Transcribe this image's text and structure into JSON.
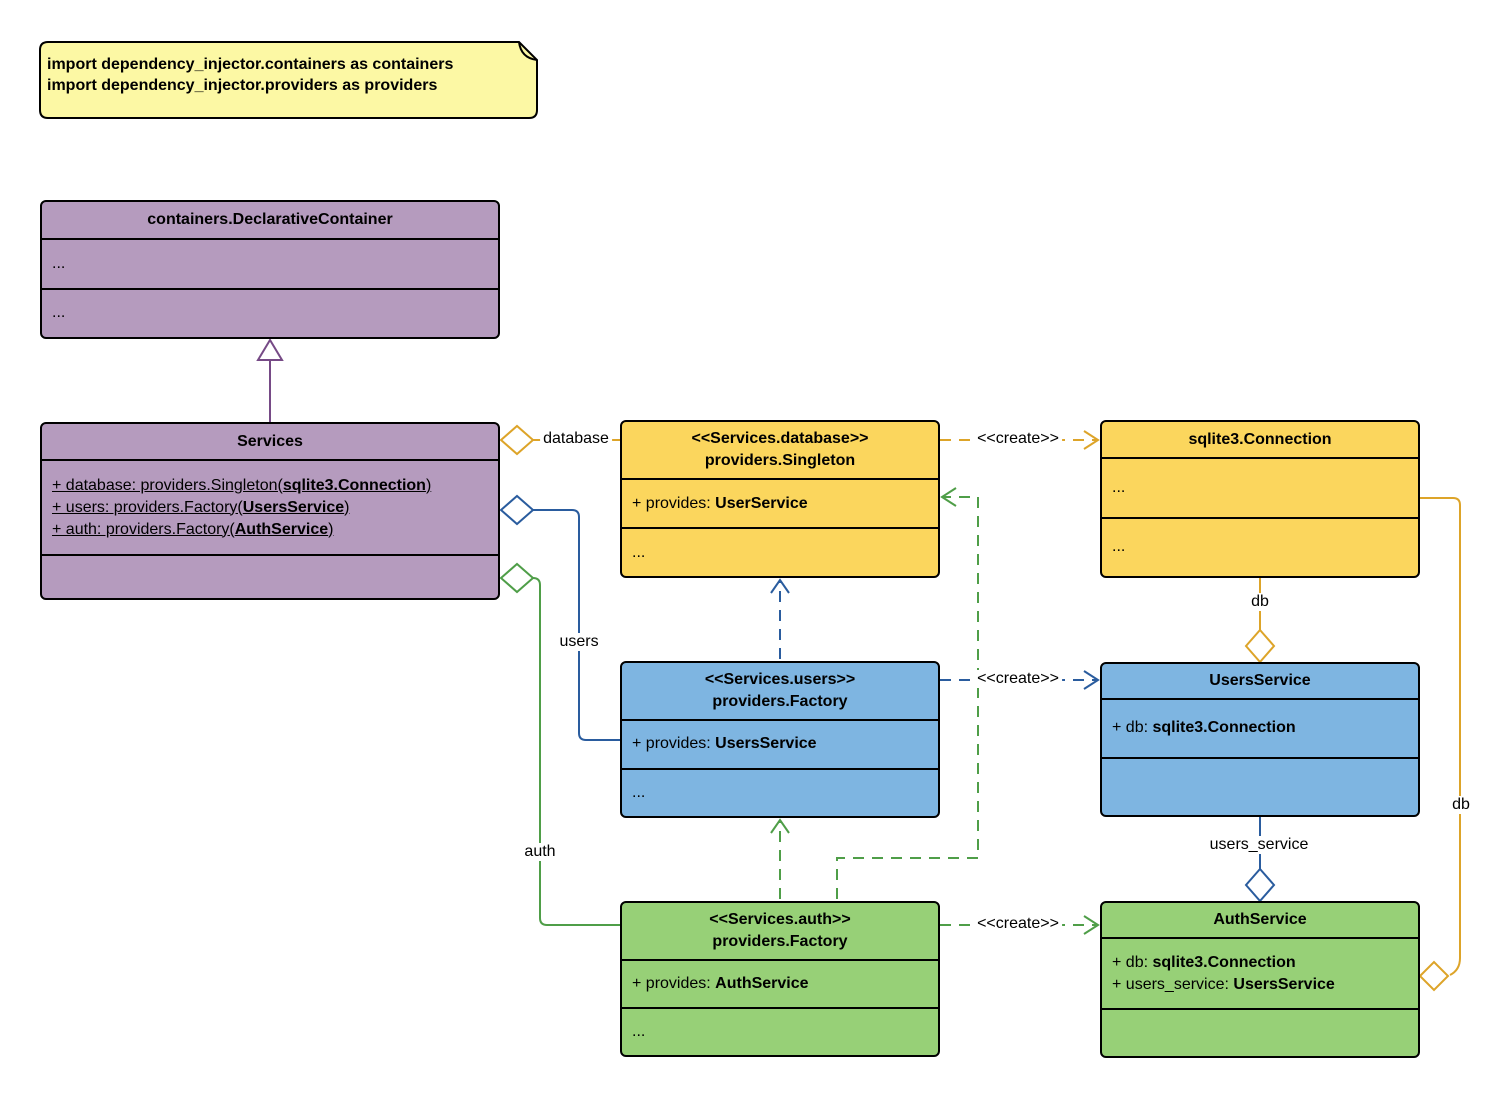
{
  "colors": {
    "border": "#000000",
    "purple_fill": "#b59bbe",
    "purple_line": "#764a86",
    "yellow_fill": "#fbd65d",
    "yellow_line": "#dda429",
    "blue_fill": "#7eb5e1",
    "blue_line": "#2a5c9e",
    "green_fill": "#97d077",
    "green_line": "#4f9e48",
    "note_fill": "#fcf8a4"
  },
  "note": {
    "lines": [
      "import dependency_injector.containers as containers",
      "import dependency_injector.providers as providers"
    ]
  },
  "classes": {
    "declarative_container": {
      "title": "containers.DeclarativeContainer",
      "sections": [
        "...",
        "..."
      ]
    },
    "services": {
      "title": "Services",
      "attributes": [
        {
          "prefix": "+ database: providers.Singleton(",
          "bold": "sqlite3.Connection",
          "suffix": ")"
        },
        {
          "prefix": "+ users: providers.Factory(",
          "bold": "UsersService",
          "suffix": ")"
        },
        {
          "prefix": "+ auth: providers.Factory(",
          "bold": "AuthService",
          "suffix": ")"
        }
      ]
    },
    "database_provider": {
      "stereotype": "<<Services.database>>",
      "title": "providers.Singleton",
      "provides": {
        "prefix": "+ provides: ",
        "bold": "UserService"
      },
      "dots": "..."
    },
    "sqlite_connection": {
      "title": "sqlite3.Connection",
      "sections": [
        "...",
        "..."
      ]
    },
    "users_provider": {
      "stereotype": "<<Services.users>>",
      "title": "providers.Factory",
      "provides": {
        "prefix": "+ provides: ",
        "bold": "UsersService"
      },
      "dots": "..."
    },
    "users_service": {
      "title": "UsersService",
      "attributes": [
        {
          "prefix": "+ db: ",
          "bold": "sqlite3.Connection"
        }
      ]
    },
    "auth_provider": {
      "stereotype": "<<Services.auth>>",
      "title": "providers.Factory",
      "provides": {
        "prefix": "+ provides: ",
        "bold": "AuthService"
      },
      "dots": "..."
    },
    "auth_service": {
      "title": "AuthService",
      "attributes": [
        {
          "prefix": "+ db: ",
          "bold": "sqlite3.Connection"
        },
        {
          "prefix": "+ users_service: ",
          "bold": "UsersService"
        }
      ]
    }
  },
  "edge_labels": {
    "database": "database",
    "users": "users",
    "auth": "auth",
    "create": "<<create>>",
    "db": "db",
    "users_service": "users_service"
  }
}
